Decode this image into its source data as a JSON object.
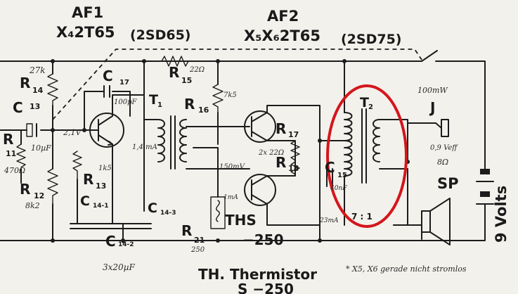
{
  "stages": {
    "af1": {
      "label": "AF1",
      "transistors": "X₄2T65",
      "equivalent": "(2SD65)"
    },
    "af2": {
      "label": "AF2",
      "transistors": "X₅X₆2T65",
      "equivalent": "(2SD75)"
    }
  },
  "components": {
    "r14": {
      "name": "R",
      "sub": "14",
      "value": "27k"
    },
    "c13": {
      "name": "C",
      "sub": "13",
      "value": "10µF"
    },
    "r11": {
      "name": "R",
      "sub": "11",
      "value": "470Ω"
    },
    "r12": {
      "name": "R",
      "sub": "12",
      "value": "8k2"
    },
    "c17": {
      "name": "C",
      "sub": "17",
      "value": "100pF"
    },
    "r13": {
      "name": "R",
      "sub": "13",
      "value": "1k5"
    },
    "c14_1": {
      "name": "C",
      "sub": "14-1"
    },
    "c14_2": {
      "name": "C",
      "sub": "14-2"
    },
    "c14_3": {
      "name": "C",
      "sub": "14-3"
    },
    "c14_note": "3x20µF",
    "r15": {
      "name": "R",
      "sub": "15",
      "value": "22Ω"
    },
    "r16": {
      "name": "R",
      "sub": "16",
      "value": "7k5"
    },
    "t1": {
      "name": "T",
      "sub": "1"
    },
    "r17": {
      "name": "R",
      "sub": "17"
    },
    "r18": {
      "name": "R",
      "sub": "18"
    },
    "r17_18_value": "2x 22Ω",
    "r21": {
      "name": "R",
      "sub": "21",
      "value": "250"
    },
    "c15": {
      "name": "C",
      "sub": "15",
      "value": "40nF"
    },
    "t2": {
      "name": "T",
      "sub": "2",
      "ratio": "7 : 1"
    },
    "jack": {
      "name": "J"
    },
    "speaker": {
      "name": "SP",
      "value": "8Ω"
    },
    "ths": {
      "name": "THS",
      "value": "−250"
    }
  },
  "measurements": {
    "base_voltage": "2,1V",
    "collector_current": "1,4 mA",
    "driver_voltage": "150mV",
    "push_pull_voltage": "1mA",
    "t2_current": "23mA",
    "output_power": "100mW",
    "output_voltage": "0,9 Veff"
  },
  "supply": "9 Volts",
  "legend": {
    "thermistor_label": "TH. Thermistor",
    "thermistor_value": "S −250",
    "footnote": "* X5, X6 gerade nicht stromlos"
  },
  "highlight": {
    "color": "#d4161b",
    "target": "T2 output transformer"
  }
}
